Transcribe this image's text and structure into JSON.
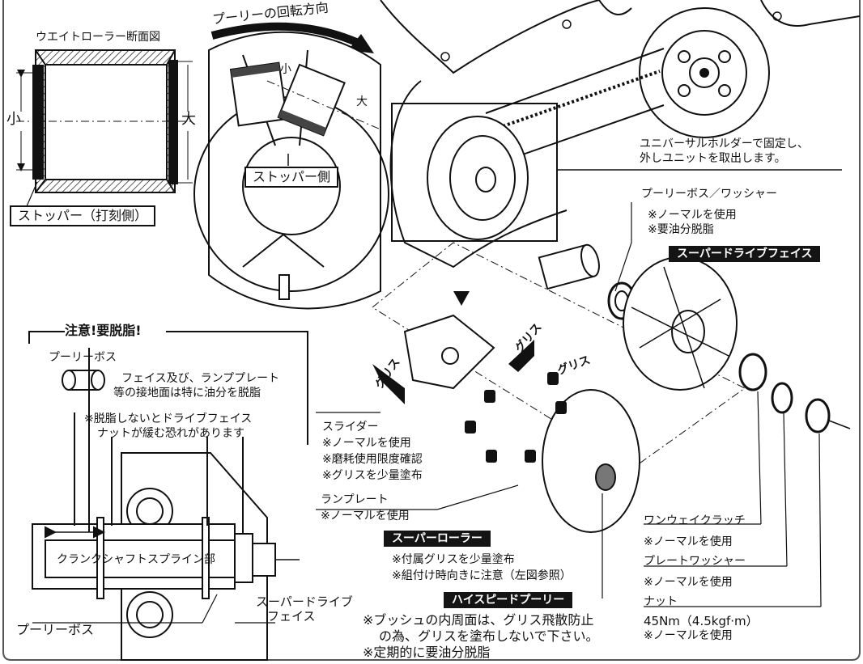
{
  "roller_section_title": "ウエイトローラー断面図",
  "small_label": "小",
  "large_label": "大",
  "stopper_stamped": "ストッパー（打刻側）",
  "pulley_rotation": "プーリーの回転方向",
  "stopper_side": "ストッパー側",
  "universal_holder_note": [
    "ユニバーサルホルダーで固定し、",
    "外しユニットを取出します。"
  ],
  "pulley_boss_washer": {
    "title": "プーリーボス／ワッシャー",
    "notes": [
      "※ノーマルを使用",
      "※要油分脱脂"
    ]
  },
  "super_drive_face": "スーパードライブフェイス",
  "grease": "グリス",
  "slider": {
    "title": "スライダー",
    "notes": [
      "※ノーマルを使用",
      "※磨耗使用限度確認",
      "※グリスを少量塗布"
    ]
  },
  "ramp_plate": {
    "title": "ランプレート",
    "note": "※ノーマルを使用"
  },
  "super_roller": {
    "title": "スーパーローラー",
    "notes": [
      "※付属グリスを少量塗布",
      "※組付け時向きに注意（左図参照）"
    ]
  },
  "high_speed_pulley": "ハイスピードプーリー",
  "bush_note": [
    "※ブッシュの内周面は、グリス飛散防止",
    "の為、グリスを塗布しないで下さい。",
    "※定期的に要油分脱脂"
  ],
  "one_way_clutch": {
    "title": "ワンウェイクラッチ",
    "note": "※ノーマルを使用"
  },
  "plate_washer": {
    "title": "プレートワッシャー",
    "note": "※ノーマルを使用"
  },
  "nut": {
    "title": "ナット",
    "torque": "45Nm（4.5kgf·m）",
    "note": "※ノーマルを使用"
  },
  "caution": {
    "title": "注意!要脱脂!",
    "boss_label": "プーリーボス",
    "face_note": [
      "フェイス及び、ランププレート",
      "等の接地面は特に油分を脱脂"
    ],
    "warning": [
      "※脱脂しないとドライブフェイス",
      "ナットが緩む恐れがあります"
    ]
  },
  "crankshaft": "クランクシャフトスプライン部",
  "pulley_boss_bottom": "プーリーボス",
  "super_drive_face_bottom": [
    "スーパードライブ",
    "フェイス"
  ]
}
